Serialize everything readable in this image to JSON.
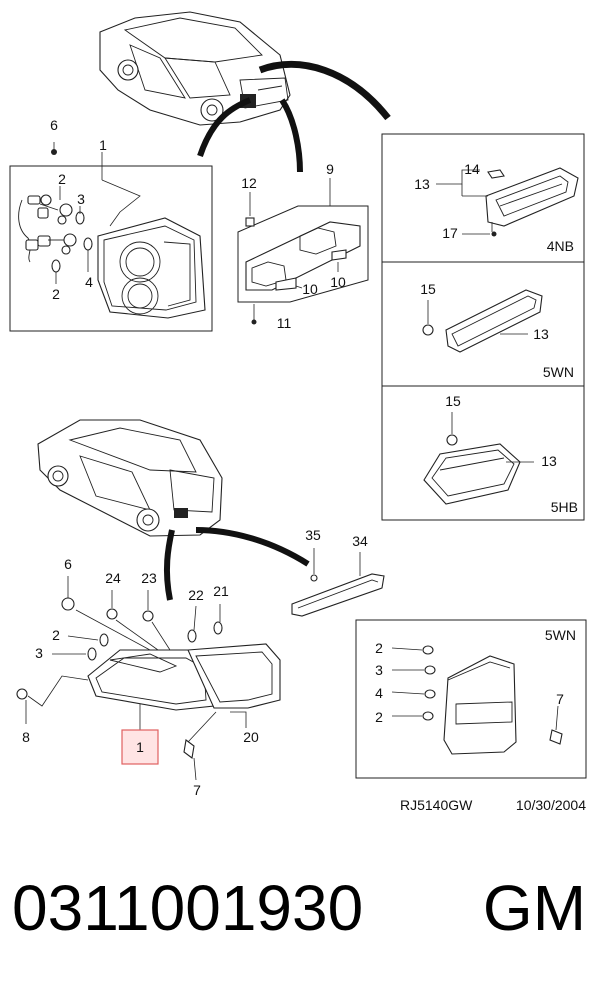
{
  "callouts": {
    "n1_top": "1",
    "n2_a": "2",
    "n2_b": "2",
    "n3_top": "3",
    "n4_top": "4",
    "n6_top": "6",
    "n9": "9",
    "n10_a": "10",
    "n10_b": "10",
    "n11": "11",
    "n12": "12",
    "n13_4nb": "13",
    "n14": "14",
    "n17": "17",
    "n15_5wn": "15",
    "n13_5wn": "13",
    "n15_5hb": "15",
    "n13_5hb": "13",
    "n35": "35",
    "n34": "34",
    "n6_bot": "6",
    "n24": "24",
    "n23": "23",
    "n22": "22",
    "n21": "21",
    "n2_bot": "2",
    "n3_bot": "3",
    "n8": "8",
    "n1_highlight": "1",
    "n20": "20",
    "n7_bot": "7",
    "n2_inset_a": "2",
    "n3_inset": "3",
    "n4_inset": "4",
    "n2_inset_b": "2",
    "n7_inset": "7"
  },
  "variants": {
    "v4nb": "4NB",
    "v5wn_top": "5WN",
    "v5hb": "5HB",
    "v5wn_inset": "5WN"
  },
  "footer": {
    "drawing_code": "RJ5140GW",
    "date": "10/30/2004"
  },
  "caption": {
    "part_number": "0311001930",
    "brand": "GM"
  },
  "colors": {
    "highlight_fill": "#ffe4e4",
    "highlight_border": "#e06060",
    "line": "#222222"
  }
}
